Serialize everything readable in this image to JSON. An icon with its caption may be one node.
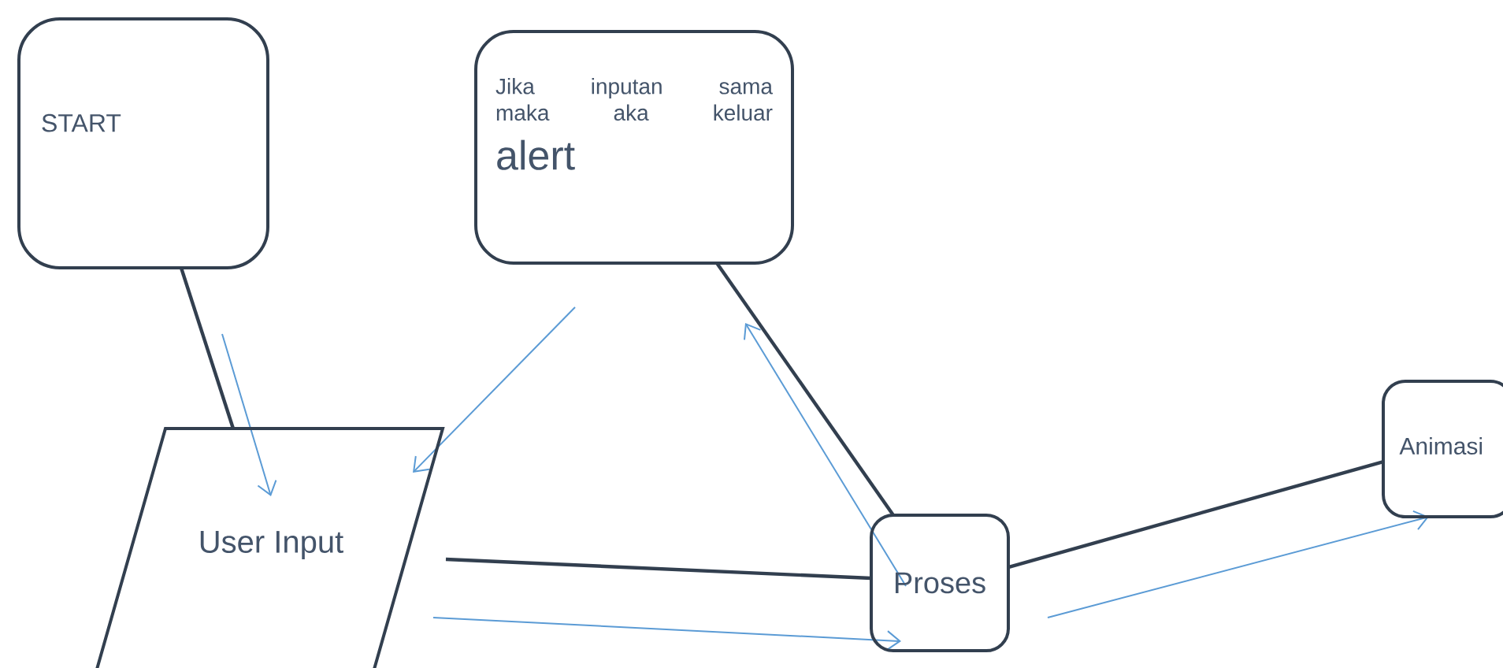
{
  "diagram": {
    "nodes": [
      {
        "text": [
          "START"
        ]
      },
      {
        "text": [
          "Jika inputan sama maka aka keluar",
          "alert"
        ]
      },
      {
        "text": [
          "User Input"
        ]
      },
      {
        "text": [
          "Proses"
        ]
      },
      {
        "text": [
          "Animasi"
        ]
      }
    ],
    "edges": [
      {
        "from": 0,
        "to": 2,
        "arrow": "none",
        "color": "#323f4f"
      },
      {
        "from": 1,
        "to": 3,
        "arrow": "none",
        "color": "#323f4f"
      },
      {
        "from": 2,
        "to": 3,
        "arrow": "none",
        "color": "#323f4f"
      },
      {
        "from": 3,
        "to": 4,
        "arrow": "none",
        "color": "#323f4f"
      },
      {
        "from": 0,
        "to": 2,
        "arrow": "to"
      },
      {
        "from": 1,
        "to": 2,
        "arrow": "to"
      },
      {
        "from": 3,
        "to": 1,
        "arrow": "to"
      },
      {
        "from": 2,
        "to": 3,
        "arrow": "to"
      },
      {
        "from": 3,
        "to": 4,
        "arrow": "to"
      }
    ]
  }
}
